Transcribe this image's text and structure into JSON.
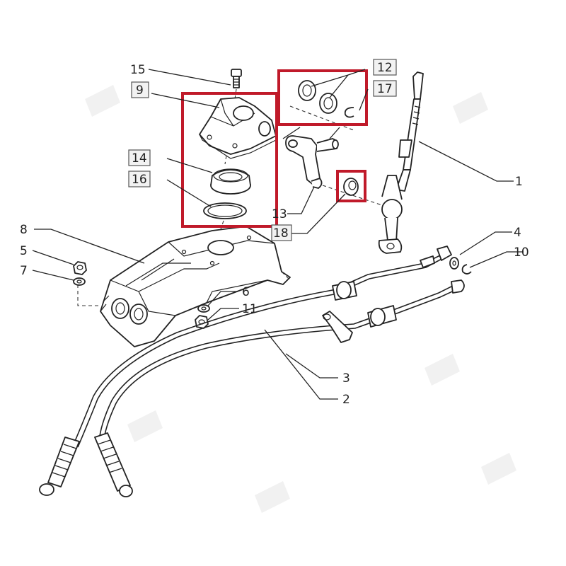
{
  "diagram": {
    "highlight_color": "#c01a2a",
    "line_color": "#222222",
    "background": "#ffffff"
  },
  "labels": {
    "p1": "1",
    "p2": "2",
    "p3": "3",
    "p4": "4",
    "p5": "5",
    "p6": "6",
    "p7": "7",
    "p8": "8",
    "p9": "9",
    "p10": "10",
    "p11": "11",
    "p12": "12",
    "p13": "13",
    "p14": "14",
    "p15": "15",
    "p16": "16",
    "p17": "17",
    "p18": "18"
  }
}
